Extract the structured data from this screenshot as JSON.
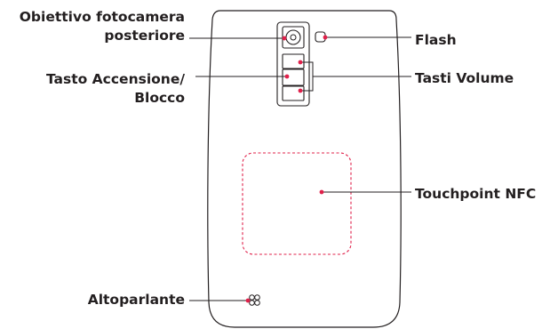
{
  "labels": {
    "camera_line1": "Obiettivo fotocamera",
    "camera_line2": "posteriore",
    "power_line1": "Tasto Accensione/",
    "power_line2": "Blocco",
    "speaker": "Altoparlante",
    "flash": "Flash",
    "volume": "Tasti Volume",
    "nfc": "Touchpoint NFC"
  },
  "colors": {
    "outline": "#231f20",
    "leader": "#e0204a",
    "nfc_area": "#e0204a",
    "text": "#231f20"
  }
}
